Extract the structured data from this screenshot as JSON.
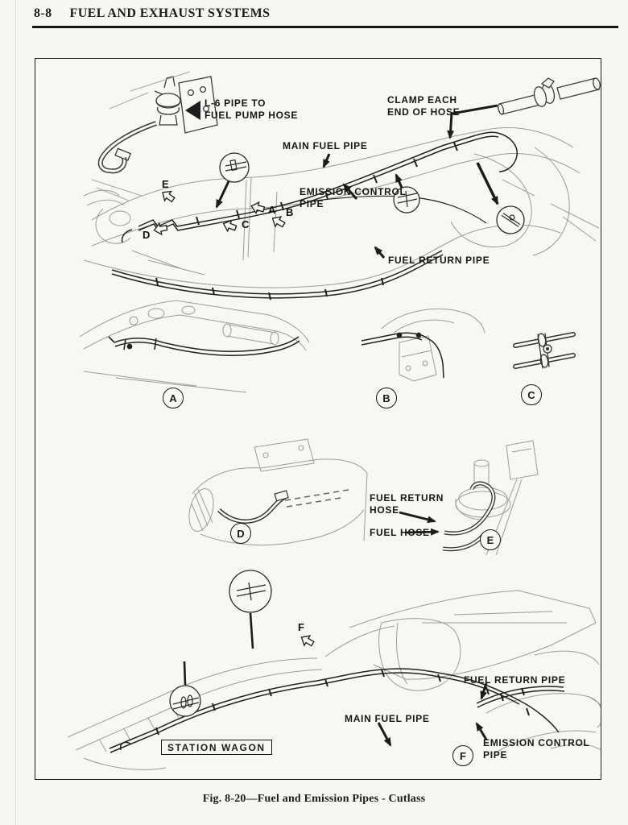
{
  "page": {
    "header_number": "8-8",
    "header_title": "FUEL AND EXHAUST SYSTEMS",
    "figure_caption": "Fig. 8-20—Fuel and Emission Pipes - Cutlass"
  },
  "top_diagram": {
    "labels": {
      "l6_pipe": "L-6 PIPE TO\nFUEL PUMP HOSE",
      "clamp_each": "CLAMP EACH\nEND OF HOSE",
      "main_fuel_pipe": "MAIN FUEL PIPE",
      "emission_control_pipe": "EMISSION CONTROL\nPIPE",
      "fuel_return_pipe": "FUEL RETURN PIPE"
    }
  },
  "detail_views": {
    "labels": {
      "fuel_return_hose": "FUEL RETURN\nHOSE",
      "fuel_hose": "FUEL HOSE"
    }
  },
  "bottom_diagram": {
    "variant_tag": "STATION WAGON",
    "labels": {
      "fuel_return_pipe": "FUEL RETURN PIPE",
      "main_fuel_pipe": "MAIN FUEL PIPE",
      "emission_control_pipe": "EMISSION CONTROL\nPIPE"
    }
  },
  "markers": {
    "a": "A",
    "b": "B",
    "c": "C",
    "d": "D",
    "e": "E",
    "f": "F"
  }
}
